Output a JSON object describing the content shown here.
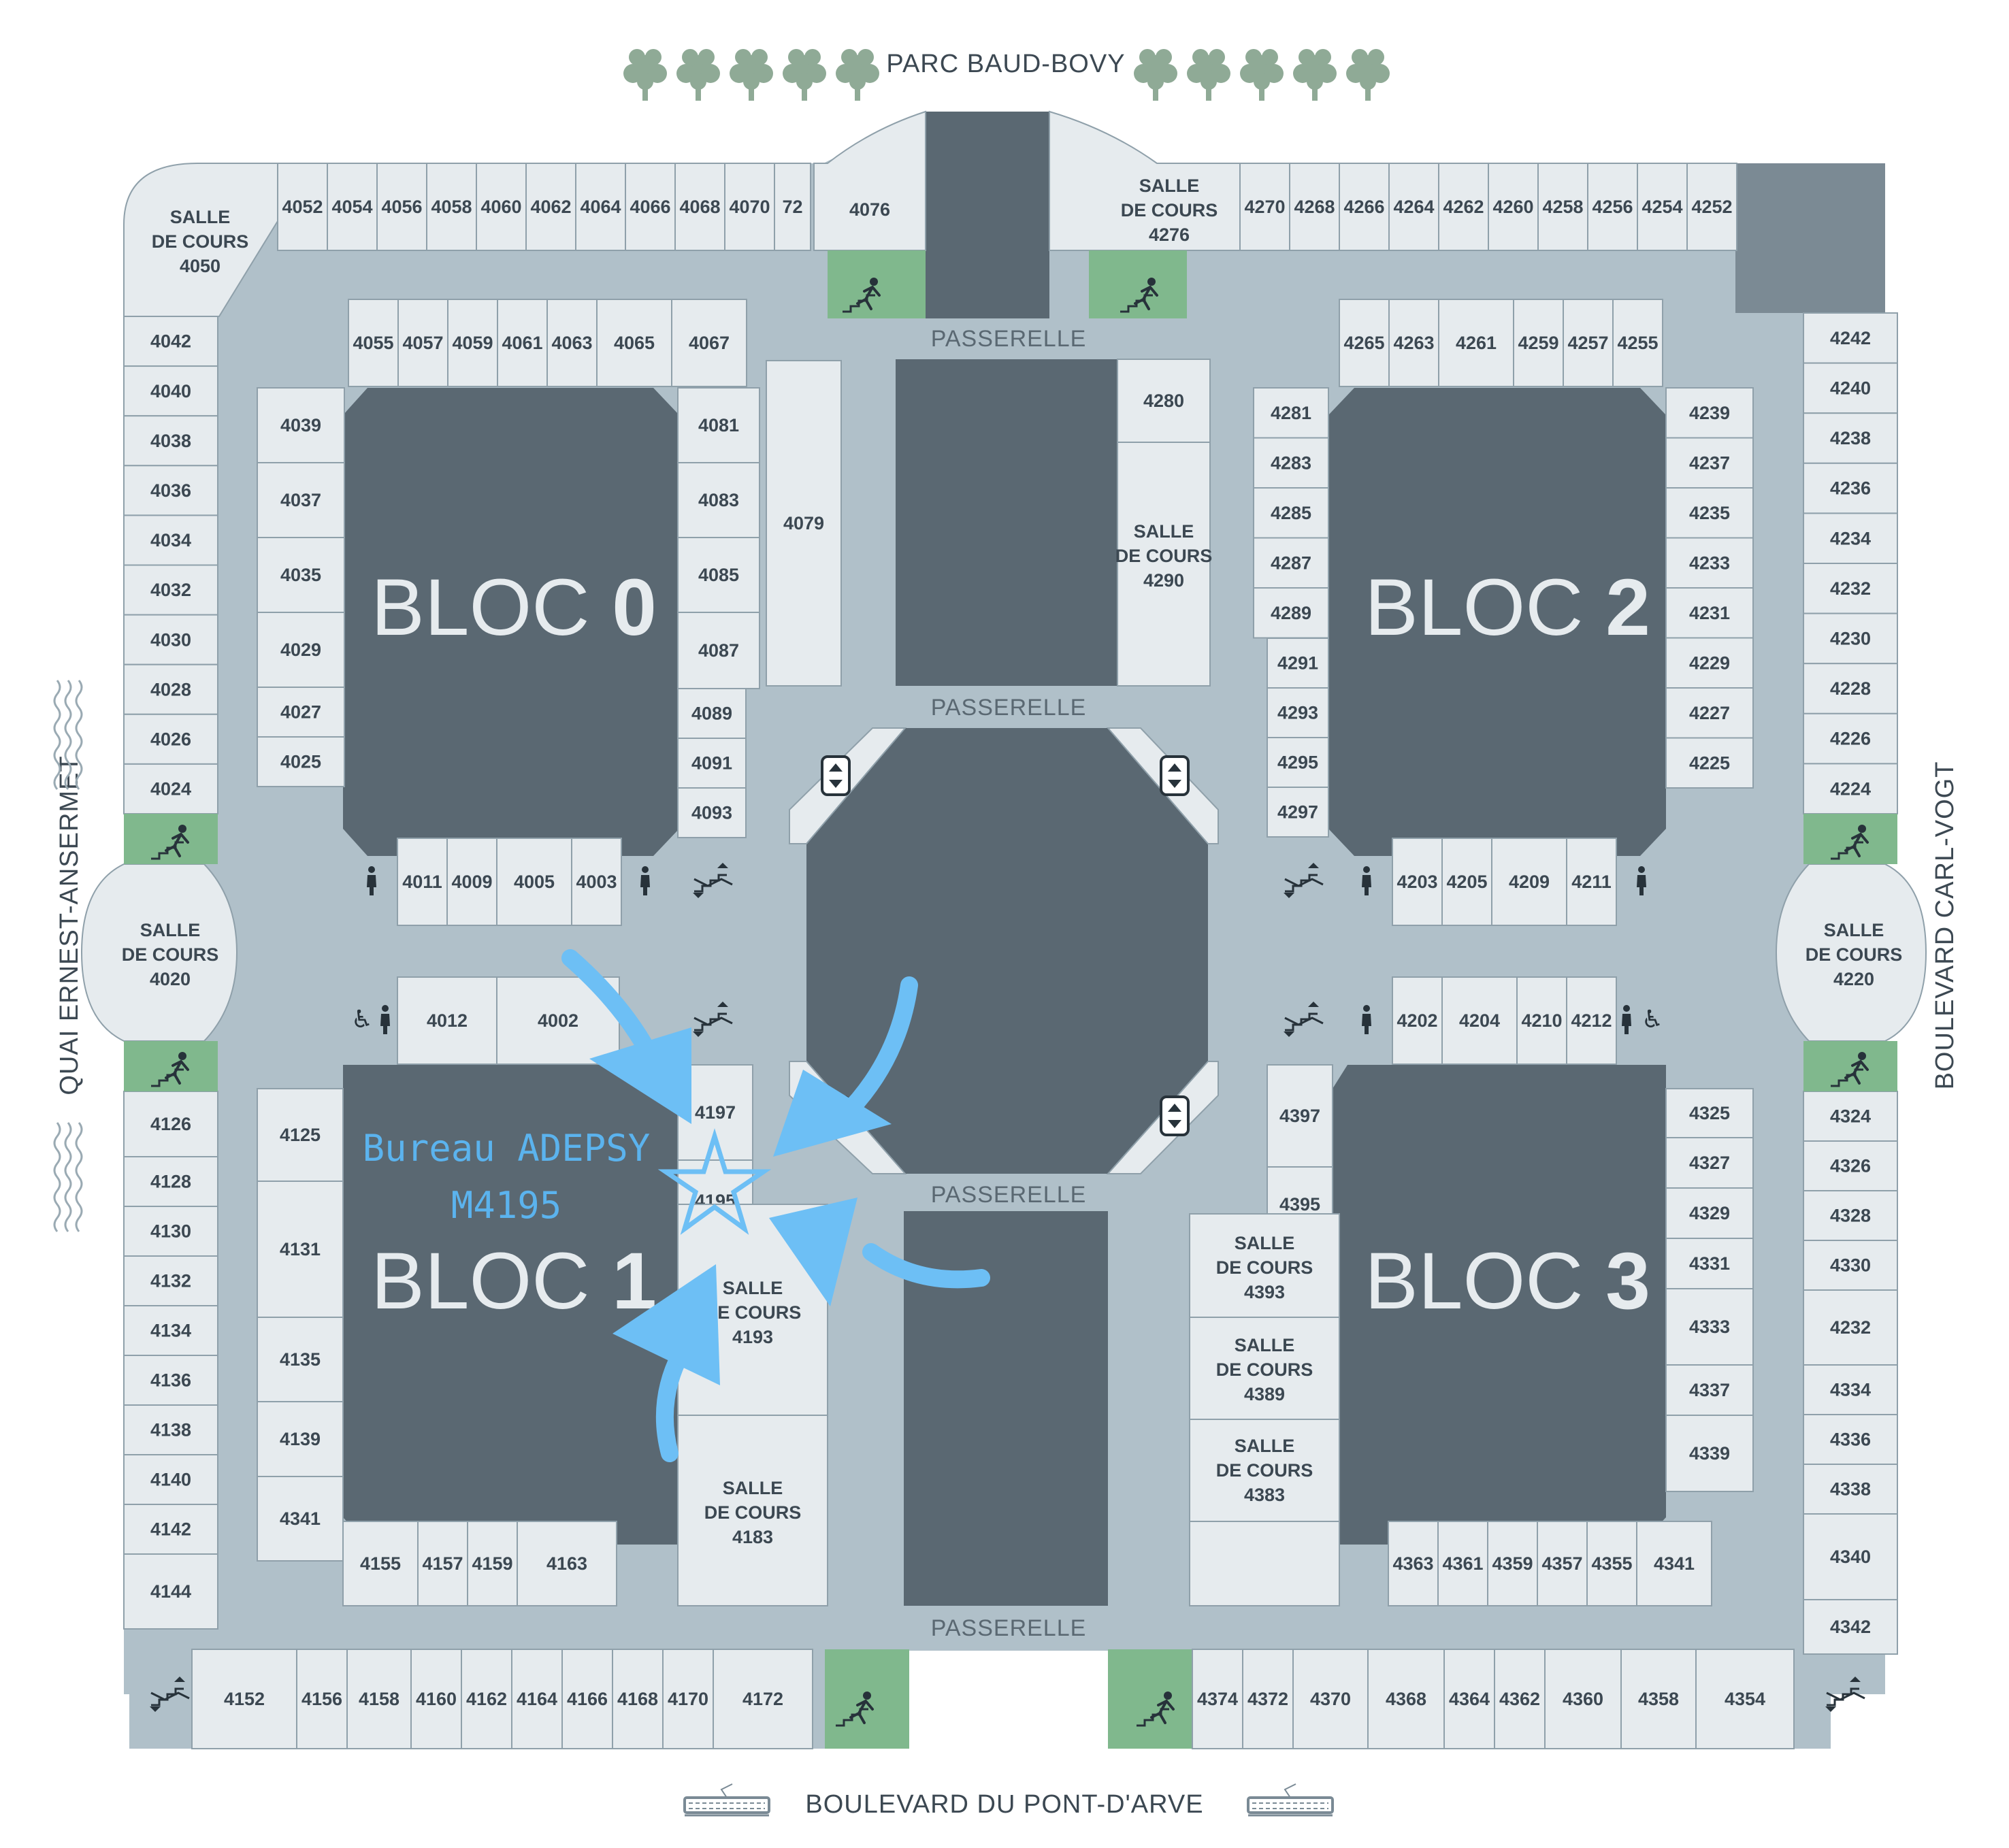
{
  "streets": {
    "north": "PARC BAUD-BOVY",
    "south": "BOULEVARD DU PONT-D'ARVE",
    "west": "QUAI ERNEST-ANSERMET",
    "east": "BOULEVARD  CARL-VOGT"
  },
  "passerelle": "PASSERELLE",
  "blocs": {
    "word": "BLOC",
    "b0": "0",
    "b1": "1",
    "b2": "2",
    "b3": "3"
  },
  "salle_de_cours": {
    "line1": "SALLE",
    "line2": "DE COURS"
  },
  "salles": {
    "s4050": "4050",
    "s4276": "4276",
    "s4290": "4290",
    "s4020": "4020",
    "s4220": "4220",
    "s4193": "4193",
    "s4183": "4183",
    "s4393": "4393",
    "s4389": "4389",
    "s4383": "4383"
  },
  "annotation": {
    "line1": "Bureau ADEPSY",
    "line2": "M4195"
  },
  "colors": {
    "corridor": "#b0c0c9",
    "room": "#e6ebee",
    "block": "#5a6872",
    "stairs": "#80b88d",
    "accent": "#5bb3ee"
  },
  "icons": [
    "tree-icon",
    "stairs-icon",
    "elevator-icon",
    "escalator-icon",
    "restroom-icon",
    "accessible-icon",
    "tram-icon",
    "star-icon",
    "arrow-icon",
    "water-icon"
  ],
  "rooms": {
    "r4052": "4052",
    "r4054": "4054",
    "r4056": "4056",
    "r4058": "4058",
    "r4060": "4060",
    "r4062": "4062",
    "r4064": "4064",
    "r4066": "4066",
    "r4068": "4068",
    "r4070": "4070",
    "r72": "72",
    "r4076": "4076",
    "r4270": "4270",
    "r4268": "4268",
    "r4266": "4266",
    "r4264": "4264",
    "r4262": "4262",
    "r4260": "4260",
    "r4258": "4258",
    "r4256": "4256",
    "r4254": "4254",
    "r4252": "4252",
    "r4042": "4042",
    "r4040": "4040",
    "r4038": "4038",
    "r4036": "4036",
    "r4034": "4034",
    "r4032": "4032",
    "r4030": "4030",
    "r4028": "4028",
    "r4026": "4026",
    "r4024": "4024",
    "r4126": "4126",
    "r4128": "4128",
    "r4130": "4130",
    "r4132": "4132",
    "r4134": "4134",
    "r4136": "4136",
    "r4138": "4138",
    "r4140": "4140",
    "r4142": "4142",
    "r4144": "4144",
    "r4242": "4242",
    "r4240": "4240",
    "r4238": "4238",
    "r4236": "4236",
    "r4234": "4234",
    "r4232": "4232",
    "r4230": "4230",
    "r4228": "4228",
    "r4226": "4226",
    "r4224": "4224",
    "r4324": "4324",
    "r4326": "4326",
    "r4328": "4328",
    "r4330": "4330",
    "r4232b": "4232",
    "r4334": "4334",
    "r4336": "4336",
    "r4338": "4338",
    "r4340": "4340",
    "r4342": "4342",
    "r4152": "4152",
    "r4156": "4156",
    "r4158": "4158",
    "r4160": "4160",
    "r4162": "4162",
    "r4164": "4164",
    "r4166": "4166",
    "r4168": "4168",
    "r4170": "4170",
    "r4172": "4172",
    "r4374": "4374",
    "r4372": "4372",
    "r4370": "4370",
    "r4368": "4368",
    "r4364": "4364",
    "r4362": "4362",
    "r4360": "4360",
    "r4358": "4358",
    "r4354": "4354",
    "r4055": "4055",
    "r4057": "4057",
    "r4059": "4059",
    "r4061": "4061",
    "r4063": "4063",
    "r4065": "4065",
    "r4067": "4067",
    "r4039": "4039",
    "r4037": "4037",
    "r4035": "4035",
    "r4029": "4029",
    "r4027": "4027",
    "r4025": "4025",
    "r4081": "4081",
    "r4083": "4083",
    "r4085": "4085",
    "r4087": "4087",
    "r4089": "4089",
    "r4091": "4091",
    "r4093": "4093",
    "r4079": "4079",
    "r4011": "4011",
    "r4009": "4009",
    "r4005": "4005",
    "r4003": "4003",
    "r4280": "4280",
    "r4265": "4265",
    "r4263": "4263",
    "r4261": "4261",
    "r4259": "4259",
    "r4257": "4257",
    "r4255": "4255",
    "r4281": "4281",
    "r4283": "4283",
    "r4285": "4285",
    "r4287": "4287",
    "r4289": "4289",
    "r4291": "4291",
    "r4293": "4293",
    "r4295": "4295",
    "r4297": "4297",
    "r4239": "4239",
    "r4237": "4237",
    "r4235": "4235",
    "r4233": "4233",
    "r4231": "4231",
    "r4229": "4229",
    "r4227": "4227",
    "r4225": "4225",
    "r4203": "4203",
    "r4205": "4205",
    "r4209": "4209",
    "r4211": "4211",
    "r4012": "4012",
    "r4002": "4002",
    "r4197": "4197",
    "r4195": "4195",
    "r4125": "4125",
    "r4131": "4131",
    "r4135": "4135",
    "r4139": "4139",
    "r4341a": "4341",
    "r4155": "4155",
    "r4157": "4157",
    "r4159": "4159",
    "r4163": "4163",
    "r4202": "4202",
    "r4204": "4204",
    "r4210": "4210",
    "r4212": "4212",
    "r4397": "4397",
    "r4395": "4395",
    "r4325": "4325",
    "r4327": "4327",
    "r4329": "4329",
    "r4331": "4331",
    "r4333": "4333",
    "r4337": "4337",
    "r4339": "4339",
    "r4363": "4363",
    "r4361": "4361",
    "r4359": "4359",
    "r4357": "4357",
    "r4355": "4355",
    "r4341b": "4341"
  }
}
